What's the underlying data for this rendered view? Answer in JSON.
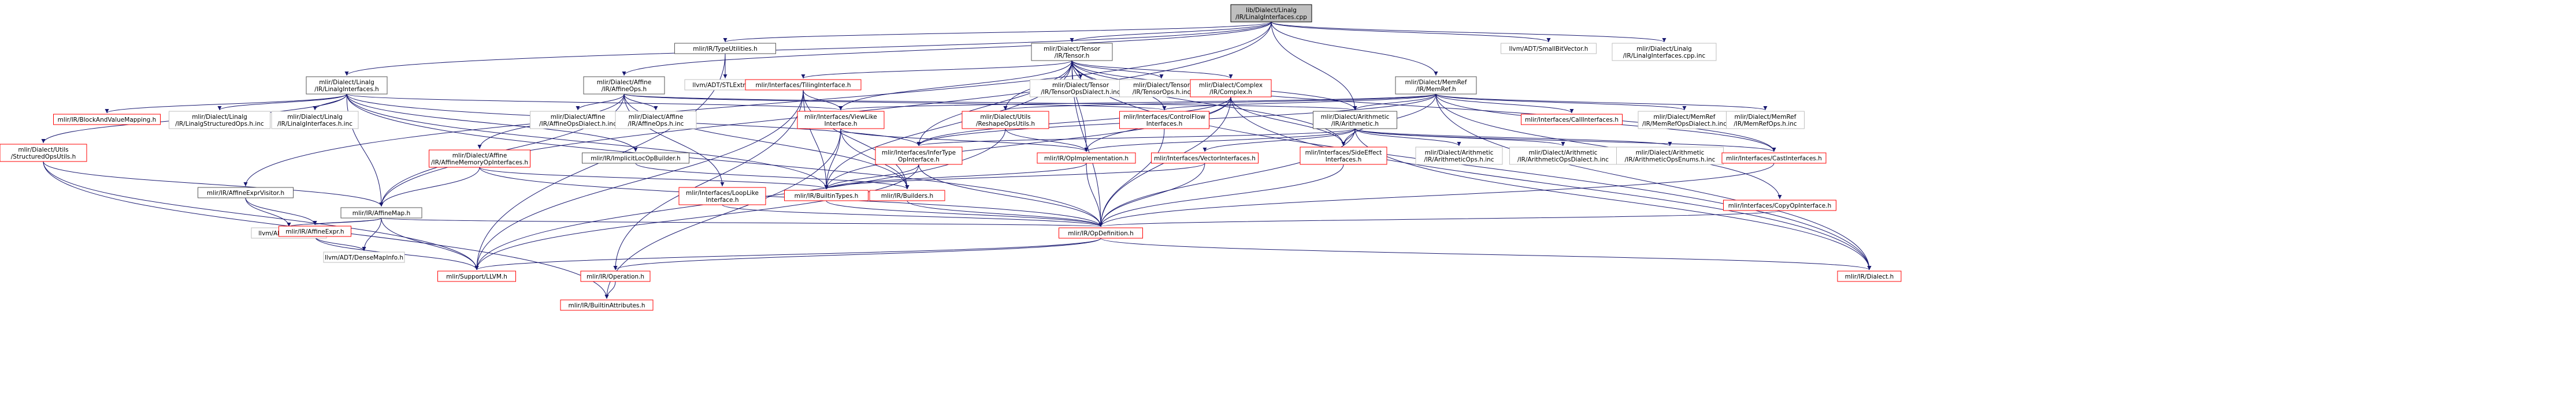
{
  "colors": {
    "edge": "#191970",
    "node_border": "#555555",
    "red_border": "#ff0000",
    "grey_border": "#bfbfbf",
    "root_fill": "#bfbfbf",
    "background": "#ffffff"
  },
  "nodes": [
    {
      "id": "root",
      "lines": [
        "lib/Dialect/Linalg",
        "/IR/LinalgInterfaces.cpp"
      ],
      "style": "root"
    },
    {
      "id": "linalg_ifaces_h",
      "lines": [
        "mlir/Dialect/Linalg",
        "/IR/LinalgInterfaces.h"
      ],
      "style": "normal"
    },
    {
      "id": "affine_ops_h",
      "lines": [
        "mlir/Dialect/Affine",
        "/IR/AffineOps.h"
      ],
      "style": "normal"
    },
    {
      "id": "type_utilities",
      "lines": [
        "mlir/IR/TypeUtilities.h"
      ],
      "style": "normal"
    },
    {
      "id": "tensor_h",
      "lines": [
        "mlir/Dialect/Tensor",
        "/IR/Tensor.h"
      ],
      "style": "normal"
    },
    {
      "id": "memref_h",
      "lines": [
        "mlir/Dialect/MemRef",
        "/IR/MemRef.h"
      ],
      "style": "normal"
    },
    {
      "id": "small_bit_vector",
      "lines": [
        "llvm/ADT/SmallBitVector.h"
      ],
      "style": "grey"
    },
    {
      "id": "linalg_ifaces_inc",
      "lines": [
        "mlir/Dialect/Linalg",
        "/IR/LinalgInterfaces.cpp.inc"
      ],
      "style": "grey"
    },
    {
      "id": "stl_extras",
      "lines": [
        "llvm/ADT/STLExtras.h"
      ],
      "style": "grey"
    },
    {
      "id": "tiling_iface",
      "lines": [
        "mlir/Interfaces/TilingInterface.h"
      ],
      "style": "red"
    },
    {
      "id": "tensor_ops_dialect_inc",
      "lines": [
        "mlir/Dialect/Tensor",
        "/IR/TensorOpsDialect.h.inc"
      ],
      "style": "grey"
    },
    {
      "id": "tensor_ops_inc",
      "lines": [
        "mlir/Dialect/Tensor",
        "/IR/TensorOps.h.inc"
      ],
      "style": "grey"
    },
    {
      "id": "complex_h",
      "lines": [
        "mlir/Dialect/Complex",
        "/IR/Complex.h"
      ],
      "style": "red"
    },
    {
      "id": "block_value_mapping",
      "lines": [
        "mlir/IR/BlockAndValueMapping.h"
      ],
      "style": "red"
    },
    {
      "id": "linalg_structured_ops_inc",
      "lines": [
        "mlir/Dialect/Linalg",
        "/IR/LinalgStructuredOps.h.inc"
      ],
      "style": "grey"
    },
    {
      "id": "linalg_ifaces_h_inc",
      "lines": [
        "mlir/Dialect/Linalg",
        "/IR/LinalgInterfaces.h.inc"
      ],
      "style": "grey"
    },
    {
      "id": "affine_ops_dialect_inc",
      "lines": [
        "mlir/Dialect/Affine",
        "/IR/AffineOpsDialect.h.inc"
      ],
      "style": "grey"
    },
    {
      "id": "affine_ops_inc",
      "lines": [
        "mlir/Dialect/Affine",
        "/IR/AffineOps.h.inc"
      ],
      "style": "grey"
    },
    {
      "id": "view_like_iface",
      "lines": [
        "mlir/Interfaces/ViewLike",
        "Interface.h"
      ],
      "style": "red"
    },
    {
      "id": "control_flow_ifaces",
      "lines": [
        "mlir/Interfaces/ControlFlow",
        "Interfaces.h"
      ],
      "style": "red"
    },
    {
      "id": "reshape_ops_utils",
      "lines": [
        "mlir/Dialect/Utils",
        "/ReshapeOpsUtils.h"
      ],
      "style": "red"
    },
    {
      "id": "arith_h",
      "lines": [
        "mlir/Dialect/Arithmetic",
        "/IR/Arithmetic.h"
      ],
      "style": "normal"
    },
    {
      "id": "call_ifaces",
      "lines": [
        "mlir/Interfaces/CallInterfaces.h"
      ],
      "style": "red"
    },
    {
      "id": "memref_ops_dialect_inc",
      "lines": [
        "mlir/Dialect/MemRef",
        "/IR/MemRefOpsDialect.h.inc"
      ],
      "style": "grey"
    },
    {
      "id": "memref_ops_inc",
      "lines": [
        "mlir/Dialect/MemRef",
        "/IR/MemRefOps.h.inc"
      ],
      "style": "grey"
    },
    {
      "id": "structured_ops_utils",
      "lines": [
        "mlir/Dialect/Utils",
        "/StructuredOpsUtils.h"
      ],
      "style": "red"
    },
    {
      "id": "affine_memory_op_ifaces",
      "lines": [
        "mlir/Dialect/Affine",
        "/IR/AffineMemoryOpInterfaces.h"
      ],
      "style": "red"
    },
    {
      "id": "implicit_loc_op_builder",
      "lines": [
        "mlir/IR/ImplicitLocOpBuilder.h"
      ],
      "style": "normal"
    },
    {
      "id": "infer_type_op_iface",
      "lines": [
        "mlir/Interfaces/InferType",
        "OpInterface.h"
      ],
      "style": "red"
    },
    {
      "id": "op_implementation",
      "lines": [
        "mlir/IR/OpImplementation.h"
      ],
      "style": "red"
    },
    {
      "id": "vector_ifaces",
      "lines": [
        "mlir/Interfaces/VectorInterfaces.h"
      ],
      "style": "red"
    },
    {
      "id": "side_effect_ifaces",
      "lines": [
        "mlir/Interfaces/SideEffect",
        "Interfaces.h"
      ],
      "style": "red"
    },
    {
      "id": "arith_ops_inc",
      "lines": [
        "mlir/Dialect/Arithmetic",
        "/IR/ArithmeticOps.h.inc"
      ],
      "style": "grey"
    },
    {
      "id": "arith_ops_dialect_inc",
      "lines": [
        "mlir/Dialect/Arithmetic",
        "/IR/ArithmeticOpsDialect.h.inc"
      ],
      "style": "grey"
    },
    {
      "id": "arith_ops_enums_inc",
      "lines": [
        "mlir/Dialect/Arithmetic",
        "/IR/ArithmeticOpsEnums.h.inc"
      ],
      "style": "grey"
    },
    {
      "id": "cast_ifaces",
      "lines": [
        "mlir/Interfaces/CastInterfaces.h"
      ],
      "style": "red"
    },
    {
      "id": "affine_expr_visitor",
      "lines": [
        "mlir/IR/AffineExprVisitor.h"
      ],
      "style": "normal"
    },
    {
      "id": "affine_map",
      "lines": [
        "mlir/IR/AffineMap.h"
      ],
      "style": "normal"
    },
    {
      "id": "loop_like_iface",
      "lines": [
        "mlir/Interfaces/LoopLike",
        "Interface.h"
      ],
      "style": "red"
    },
    {
      "id": "builtin_types",
      "lines": [
        "mlir/IR/BuiltinTypes.h"
      ],
      "style": "red"
    },
    {
      "id": "builders",
      "lines": [
        "mlir/IR/Builders.h"
      ],
      "style": "red"
    },
    {
      "id": "copy_op_iface",
      "lines": [
        "mlir/Interfaces/CopyOpInterface.h"
      ],
      "style": "red"
    },
    {
      "id": "array_ref",
      "lines": [
        "llvm/ADT/ArrayRef.h"
      ],
      "style": "grey"
    },
    {
      "id": "affine_expr",
      "lines": [
        "mlir/IR/AffineExpr.h"
      ],
      "style": "red"
    },
    {
      "id": "op_definition",
      "lines": [
        "mlir/IR/OpDefinition.h"
      ],
      "style": "red"
    },
    {
      "id": "dense_map_info",
      "lines": [
        "llvm/ADT/DenseMapInfo.h"
      ],
      "style": "grey"
    },
    {
      "id": "support_llvm",
      "lines": [
        "mlir/Support/LLVM.h"
      ],
      "style": "red"
    },
    {
      "id": "operation",
      "lines": [
        "mlir/IR/Operation.h"
      ],
      "style": "red"
    },
    {
      "id": "dialect",
      "lines": [
        "mlir/IR/Dialect.h"
      ],
      "style": "red"
    },
    {
      "id": "builtin_attributes",
      "lines": [
        "mlir/IR/BuiltinAttributes.h"
      ],
      "style": "red"
    }
  ],
  "edges": [
    [
      "root",
      "linalg_ifaces_h"
    ],
    [
      "root",
      "affine_ops_h"
    ],
    [
      "root",
      "type_utilities"
    ],
    [
      "root",
      "tensor_h"
    ],
    [
      "root",
      "memref_h"
    ],
    [
      "root",
      "small_bit_vector"
    ],
    [
      "root",
      "linalg_ifaces_inc"
    ],
    [
      "root",
      "affine_map"
    ],
    [
      "root",
      "affine_expr_visitor"
    ],
    [
      "root",
      "arith_h"
    ],
    [
      "type_utilities",
      "stl_extras"
    ],
    [
      "type_utilities",
      "support_llvm"
    ],
    [
      "linalg_ifaces_h",
      "block_value_mapping"
    ],
    [
      "linalg_ifaces_h",
      "linalg_structured_ops_inc"
    ],
    [
      "linalg_ifaces_h",
      "linalg_ifaces_h_inc"
    ],
    [
      "linalg_ifaces_h",
      "structured_ops_utils"
    ],
    [
      "linalg_ifaces_h",
      "implicit_loc_op_builder"
    ],
    [
      "linalg_ifaces_h",
      "view_like_iface"
    ],
    [
      "linalg_ifaces_h",
      "affine_map"
    ],
    [
      "linalg_ifaces_h",
      "builtin_types"
    ],
    [
      "linalg_ifaces_h",
      "op_definition"
    ],
    [
      "linalg_ifaces_h",
      "infer_type_op_iface"
    ],
    [
      "affine_ops_h",
      "affine_ops_dialect_inc"
    ],
    [
      "affine_ops_h",
      "affine_ops_inc"
    ],
    [
      "affine_ops_h",
      "affine_memory_op_ifaces"
    ],
    [
      "affine_ops_h",
      "loop_like_iface"
    ],
    [
      "affine_ops_h",
      "builders"
    ],
    [
      "affine_ops_h",
      "affine_map"
    ],
    [
      "affine_ops_h",
      "control_flow_ifaces"
    ],
    [
      "affine_ops_h",
      "arith_h"
    ],
    [
      "tensor_h",
      "tiling_iface"
    ],
    [
      "tensor_h",
      "tensor_ops_dialect_inc"
    ],
    [
      "tensor_h",
      "tensor_ops_inc"
    ],
    [
      "tensor_h",
      "complex_h"
    ],
    [
      "tensor_h",
      "view_like_iface"
    ],
    [
      "tensor_h",
      "control_flow_ifaces"
    ],
    [
      "tensor_h",
      "reshape_ops_utils"
    ],
    [
      "tensor_h",
      "arith_h"
    ],
    [
      "tensor_h",
      "infer_type_op_iface"
    ],
    [
      "tensor_h",
      "op_implementation"
    ],
    [
      "tensor_h",
      "side_effect_ifaces"
    ],
    [
      "tensor_h",
      "cast_ifaces"
    ],
    [
      "tensor_h",
      "builtin_types"
    ],
    [
      "tensor_h",
      "op_definition"
    ],
    [
      "tensor_h",
      "dialect"
    ],
    [
      "memref_h",
      "control_flow_ifaces"
    ],
    [
      "memref_h",
      "call_ifaces"
    ],
    [
      "memref_h",
      "memref_ops_dialect_inc"
    ],
    [
      "memref_h",
      "memref_ops_inc"
    ],
    [
      "memref_h",
      "arith_h"
    ],
    [
      "memref_h",
      "view_like_iface"
    ],
    [
      "memref_h",
      "cast_ifaces"
    ],
    [
      "memref_h",
      "copy_op_iface"
    ],
    [
      "memref_h",
      "side_effect_ifaces"
    ],
    [
      "memref_h",
      "infer_type_op_iface"
    ],
    [
      "memref_h",
      "dialect"
    ],
    [
      "memref_h",
      "reshape_ops_utils"
    ],
    [
      "tiling_iface",
      "view_like_iface"
    ],
    [
      "tiling_iface",
      "builders"
    ],
    [
      "tiling_iface",
      "builtin_types"
    ],
    [
      "tiling_iface",
      "operation"
    ],
    [
      "tiling_iface",
      "support_llvm"
    ],
    [
      "complex_h",
      "op_implementation"
    ],
    [
      "complex_h",
      "side_effect_ifaces"
    ],
    [
      "complex_h",
      "op_definition"
    ],
    [
      "complex_h",
      "builtin_types"
    ],
    [
      "complex_h",
      "dialect"
    ],
    [
      "complex_h",
      "infer_type_op_iface"
    ],
    [
      "view_like_iface",
      "builders"
    ],
    [
      "view_like_iface",
      "builtin_types"
    ],
    [
      "view_like_iface",
      "op_implementation"
    ],
    [
      "view_like_iface",
      "builtin_attributes"
    ],
    [
      "control_flow_ifaces",
      "op_definition"
    ],
    [
      "reshape_ops_utils",
      "op_implementation"
    ],
    [
      "reshape_ops_utils",
      "support_llvm"
    ],
    [
      "arith_h",
      "op_implementation"
    ],
    [
      "arith_h",
      "vector_ifaces"
    ],
    [
      "arith_h",
      "side_effect_ifaces"
    ],
    [
      "arith_h",
      "arith_ops_inc"
    ],
    [
      "arith_h",
      "arith_ops_dialect_inc"
    ],
    [
      "arith_h",
      "arith_ops_enums_inc"
    ],
    [
      "arith_h",
      "cast_ifaces"
    ],
    [
      "arith_h",
      "infer_type_op_iface"
    ],
    [
      "arith_h",
      "op_definition"
    ],
    [
      "arith_h",
      "dialect"
    ],
    [
      "structured_ops_utils",
      "affine_map"
    ],
    [
      "structured_ops_utils",
      "support_llvm"
    ],
    [
      "structured_ops_utils",
      "builtin_attributes"
    ],
    [
      "affine_memory_op_ifaces",
      "affine_map"
    ],
    [
      "affine_memory_op_ifaces",
      "builtin_types"
    ],
    [
      "affine_memory_op_ifaces",
      "op_definition"
    ],
    [
      "implicit_loc_op_builder",
      "builders"
    ],
    [
      "infer_type_op_iface",
      "builtin_types"
    ],
    [
      "infer_type_op_iface",
      "op_definition"
    ],
    [
      "infer_type_op_iface",
      "support_llvm"
    ],
    [
      "op_implementation",
      "builtin_types"
    ],
    [
      "op_implementation",
      "op_definition"
    ],
    [
      "vector_ifaces",
      "builtin_types"
    ],
    [
      "vector_ifaces",
      "op_definition"
    ],
    [
      "side_effect_ifaces",
      "op_definition"
    ],
    [
      "cast_ifaces",
      "op_definition"
    ],
    [
      "copy_op_iface",
      "op_definition"
    ],
    [
      "affine_expr_visitor",
      "affine_expr"
    ],
    [
      "affine_expr_visitor",
      "array_ref"
    ],
    [
      "affine_map",
      "affine_expr"
    ],
    [
      "affine_map",
      "array_ref"
    ],
    [
      "affine_map",
      "dense_map_info"
    ],
    [
      "affine_map",
      "support_llvm"
    ],
    [
      "affine_map",
      "op_definition"
    ],
    [
      "affine_expr",
      "dense_map_info"
    ],
    [
      "affine_expr",
      "support_llvm"
    ],
    [
      "loop_like_iface",
      "op_definition"
    ],
    [
      "builtin_types",
      "op_definition"
    ],
    [
      "builders",
      "op_definition"
    ],
    [
      "op_definition",
      "operation"
    ],
    [
      "op_definition",
      "dialect"
    ],
    [
      "op_definition",
      "support_llvm"
    ],
    [
      "operation",
      "builtin_attributes"
    ]
  ]
}
